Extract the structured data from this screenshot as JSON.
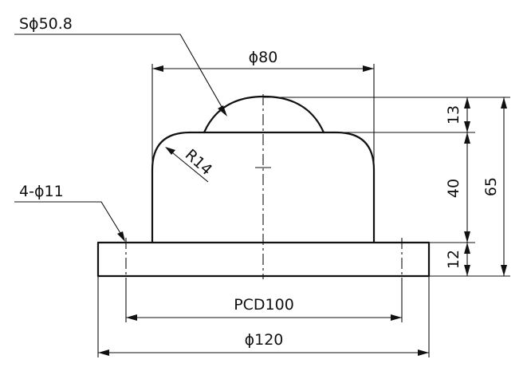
{
  "colors": {
    "line": "#111111",
    "background": "#ffffff"
  },
  "labels": {
    "ball_diameter": "Sϕ50.8",
    "housing_diameter": "ϕ80",
    "fillet_radius": "R14",
    "mount_holes": "4-ϕ11",
    "bolt_circle": "PCD100",
    "flange_diameter": "ϕ120",
    "ball_height": "13",
    "housing_height": "40",
    "total_height": "65",
    "flange_thickness": "12"
  }
}
